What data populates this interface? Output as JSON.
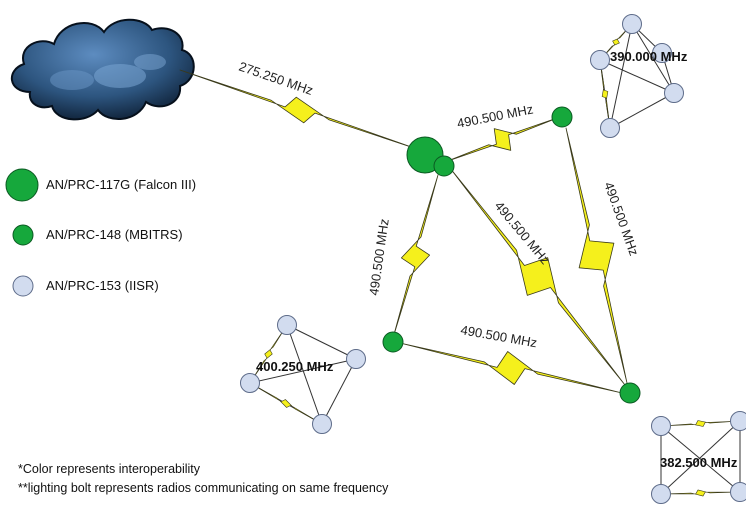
{
  "colors": {
    "falcon": "#16a83c",
    "mbitrs": "#16a83c",
    "iisr": "#d2dcef",
    "bolt": "#f5f01c",
    "cloud": "#2a4d74"
  },
  "legend": {
    "falcon": "AN/PRC-117G (Falcon III)",
    "mbitrs": "AN/PRC-148 (MBITRS)",
    "iisr": "AN/PRC-153 (IISR)"
  },
  "links": {
    "satcom": "275.250 MHz",
    "hub_to_right": "490.500 MHz",
    "hub_to_left": "490.500 MHz",
    "hub_to_bottom": "490.500 MHz",
    "right_to_bottom": "490.500 MHz",
    "left_to_bottom": "490.500 MHz"
  },
  "clusters": {
    "top_right": "390.000 MHz",
    "left": "400.250 MHz",
    "bottom_right": "382.500 MHz"
  },
  "notes": {
    "line1": "*Color represents interoperability",
    "line2": "**lighting bolt represents radios communicating on same frequency"
  }
}
